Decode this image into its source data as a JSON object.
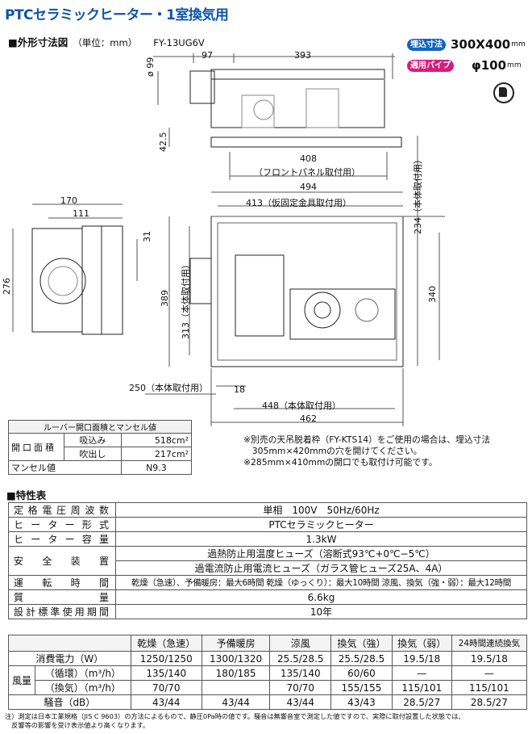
{
  "title": "PTCセラミックヒーター・1室換気用",
  "outline": {
    "heading": "■外形寸法図",
    "unit": "（単位：mm）",
    "model": "FY-13UG6V"
  },
  "badges": [
    {
      "label": "埋込寸法",
      "value": "300X400",
      "unit": "mm",
      "color": "#1565c0"
    },
    {
      "label": "適用パイプ",
      "value": "φ100",
      "unit": "mm",
      "color": "#d81b7c"
    }
  ],
  "dimensions": {
    "d97": "97",
    "d393": "393",
    "d99": "ø 99",
    "d42": "42.5",
    "d408": "408",
    "d408_note": "（フロントパネル取付用）",
    "d494": "494",
    "d413": "413（仮固定金具取付用）",
    "d234": "234（本体取付用）",
    "d170": "170",
    "d111": "111",
    "d31": "31",
    "d276": "276",
    "d389": "389",
    "d313": "313（本体取付用）",
    "d340": "340",
    "d250": "250（本体取付用）",
    "d18": "18",
    "d448": "448（本体取付用）",
    "d462": "462"
  },
  "louver": {
    "title": "ルーバー開口面積とマンセル値",
    "rows": [
      {
        "label": "開口面積",
        "sub": "吸込み",
        "value": "518cm²"
      },
      {
        "label": "",
        "sub": "吹出し",
        "value": "217cm²"
      },
      {
        "label": "マンセル値",
        "sub": "",
        "value": "N9.3"
      }
    ]
  },
  "install_notes": [
    "※別売の天吊脱着枠（FY-KTS14）をご使用の場合は、埋込寸法",
    "　305mm×420mmの穴を開けてください。",
    "※285mm×410mmの開口でも取付け可能です。"
  ],
  "specs": {
    "heading": "■特性表",
    "rows": [
      {
        "key": "定格電圧周波数",
        "value": "単相　100V　50Hz/60Hz"
      },
      {
        "key": "ヒーター形式",
        "value": "PTCセラミックヒーター"
      },
      {
        "key": "ヒーター容量",
        "value": "1.3kW"
      },
      {
        "key": "安全装置",
        "value": "過熱防止用温度ヒューズ（溶断式93℃+0℃−5℃）",
        "value2": "過電流防止用電流ヒューズ（ガラス管ヒューズ25A、4A）"
      },
      {
        "key": "運転時間",
        "value": "乾燥（急速）、予備暖房：最大6時間 乾燥（ゆっくり）：最大10時間 涼風、換気（強・弱）：最大12時間"
      },
      {
        "key": "質量",
        "value": "6.6kg"
      },
      {
        "key": "設計標準使用期間",
        "value": "10年"
      }
    ]
  },
  "performance": {
    "columns": [
      "乾燥（急速）",
      "予備暖房",
      "涼風",
      "換気（強）",
      "換気（弱）",
      "24時間連続換気"
    ],
    "rows": [
      {
        "label": "消費電力（W）",
        "values": [
          "1250/1250",
          "1300/1320",
          "25.5/28.5",
          "25.5/28.5",
          "19.5/18",
          "19.5/18"
        ]
      },
      {
        "group": "風量",
        "label": "（循環）（m³/h）",
        "values": [
          "135/140",
          "180/185",
          "135/140",
          "60/60",
          "—",
          "—"
        ]
      },
      {
        "group": "風量",
        "label": "（換気）（m³/h）",
        "values": [
          "70/70",
          "",
          "70/70",
          "155/155",
          "115/101",
          "115/101"
        ]
      },
      {
        "label": "騒音（dB）",
        "values": [
          "43/44",
          "43/44",
          "43/44",
          "43/43",
          "28.5/27",
          "28.5/27"
        ]
      }
    ]
  },
  "footnote": [
    "注）測定は日本工業規格（JIS C 9603）の方法によるもので、静圧0Pa時の値です。騒音は無響音室で測定した値ですので、実際に取付設置した状態では、",
    "　反響等の影響を受け表示値より高くなります。"
  ]
}
